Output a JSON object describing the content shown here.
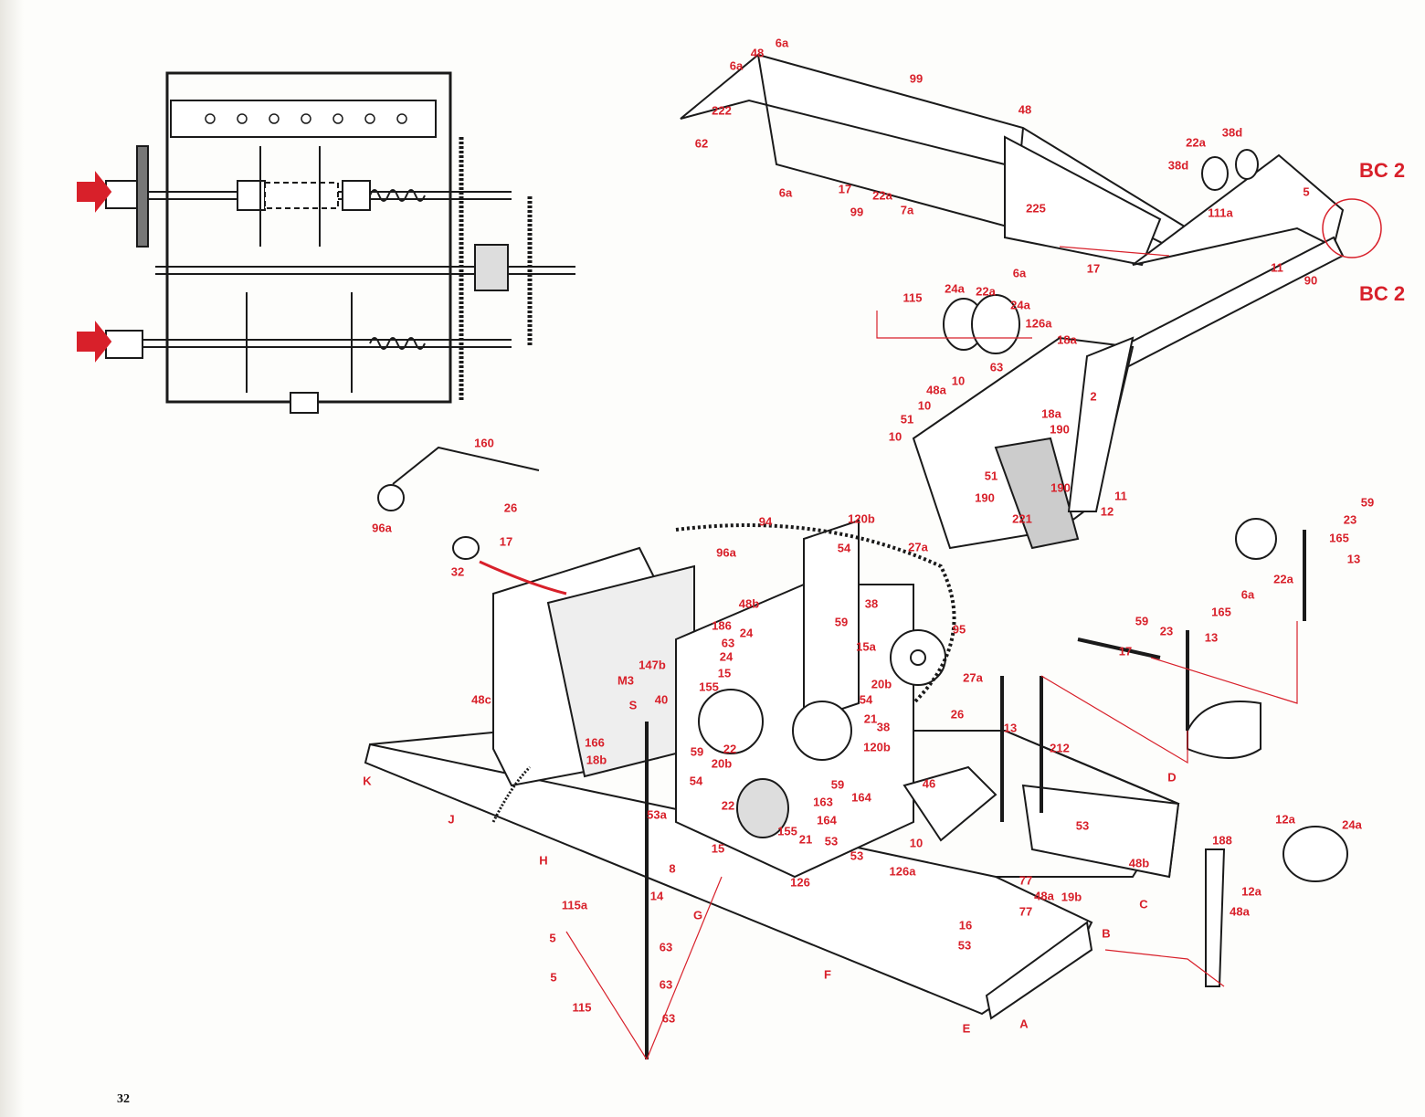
{
  "page_number": "32",
  "colors": {
    "label": "#d8202a",
    "line": "#1a1a1a",
    "paper": "#fdfdfb"
  },
  "labels": [
    "6a",
    "48",
    "6a",
    "99",
    "222",
    "48",
    "62",
    "38d",
    "22a",
    "38d",
    "BC 2",
    "17",
    "6a",
    "22a",
    "7a",
    "99",
    "225",
    "111a",
    "5",
    "6a",
    "17",
    "11",
    "90",
    "BC 2",
    "115",
    "24a",
    "22a",
    "24a",
    "126a",
    "18a",
    "63",
    "10",
    "2",
    "48a",
    "10",
    "18a",
    "51",
    "190",
    "10",
    "51",
    "190",
    "190",
    "11",
    "12",
    "221",
    "160",
    "26",
    "96a",
    "17",
    "32",
    "94",
    "120b",
    "96a",
    "54",
    "27a",
    "59",
    "23",
    "165",
    "13",
    "22a",
    "6a",
    "165",
    "23",
    "59",
    "13",
    "17",
    "48b",
    "38",
    "186",
    "59",
    "24",
    "95",
    "63",
    "24",
    "15a",
    "147b",
    "15",
    "20b",
    "27a",
    "M3",
    "155",
    "40",
    "54",
    "26",
    "S",
    "21",
    "38",
    "13",
    "48c",
    "59",
    "22",
    "166",
    "120b",
    "18b",
    "20b",
    "59",
    "164",
    "212",
    "54",
    "163",
    "46",
    "D",
    "22",
    "164",
    "53",
    "12a",
    "24a",
    "53a",
    "155",
    "21",
    "53",
    "188",
    "15",
    "10",
    "53",
    "48b",
    "77",
    "12a",
    "8",
    "126a",
    "48a",
    "19b",
    "C",
    "126",
    "77",
    "K",
    "J",
    "H",
    "G",
    "14",
    "115a",
    "48a",
    "16",
    "B",
    "5",
    "63",
    "53",
    "F",
    "63",
    "5",
    "115",
    "E",
    "A",
    "63"
  ]
}
